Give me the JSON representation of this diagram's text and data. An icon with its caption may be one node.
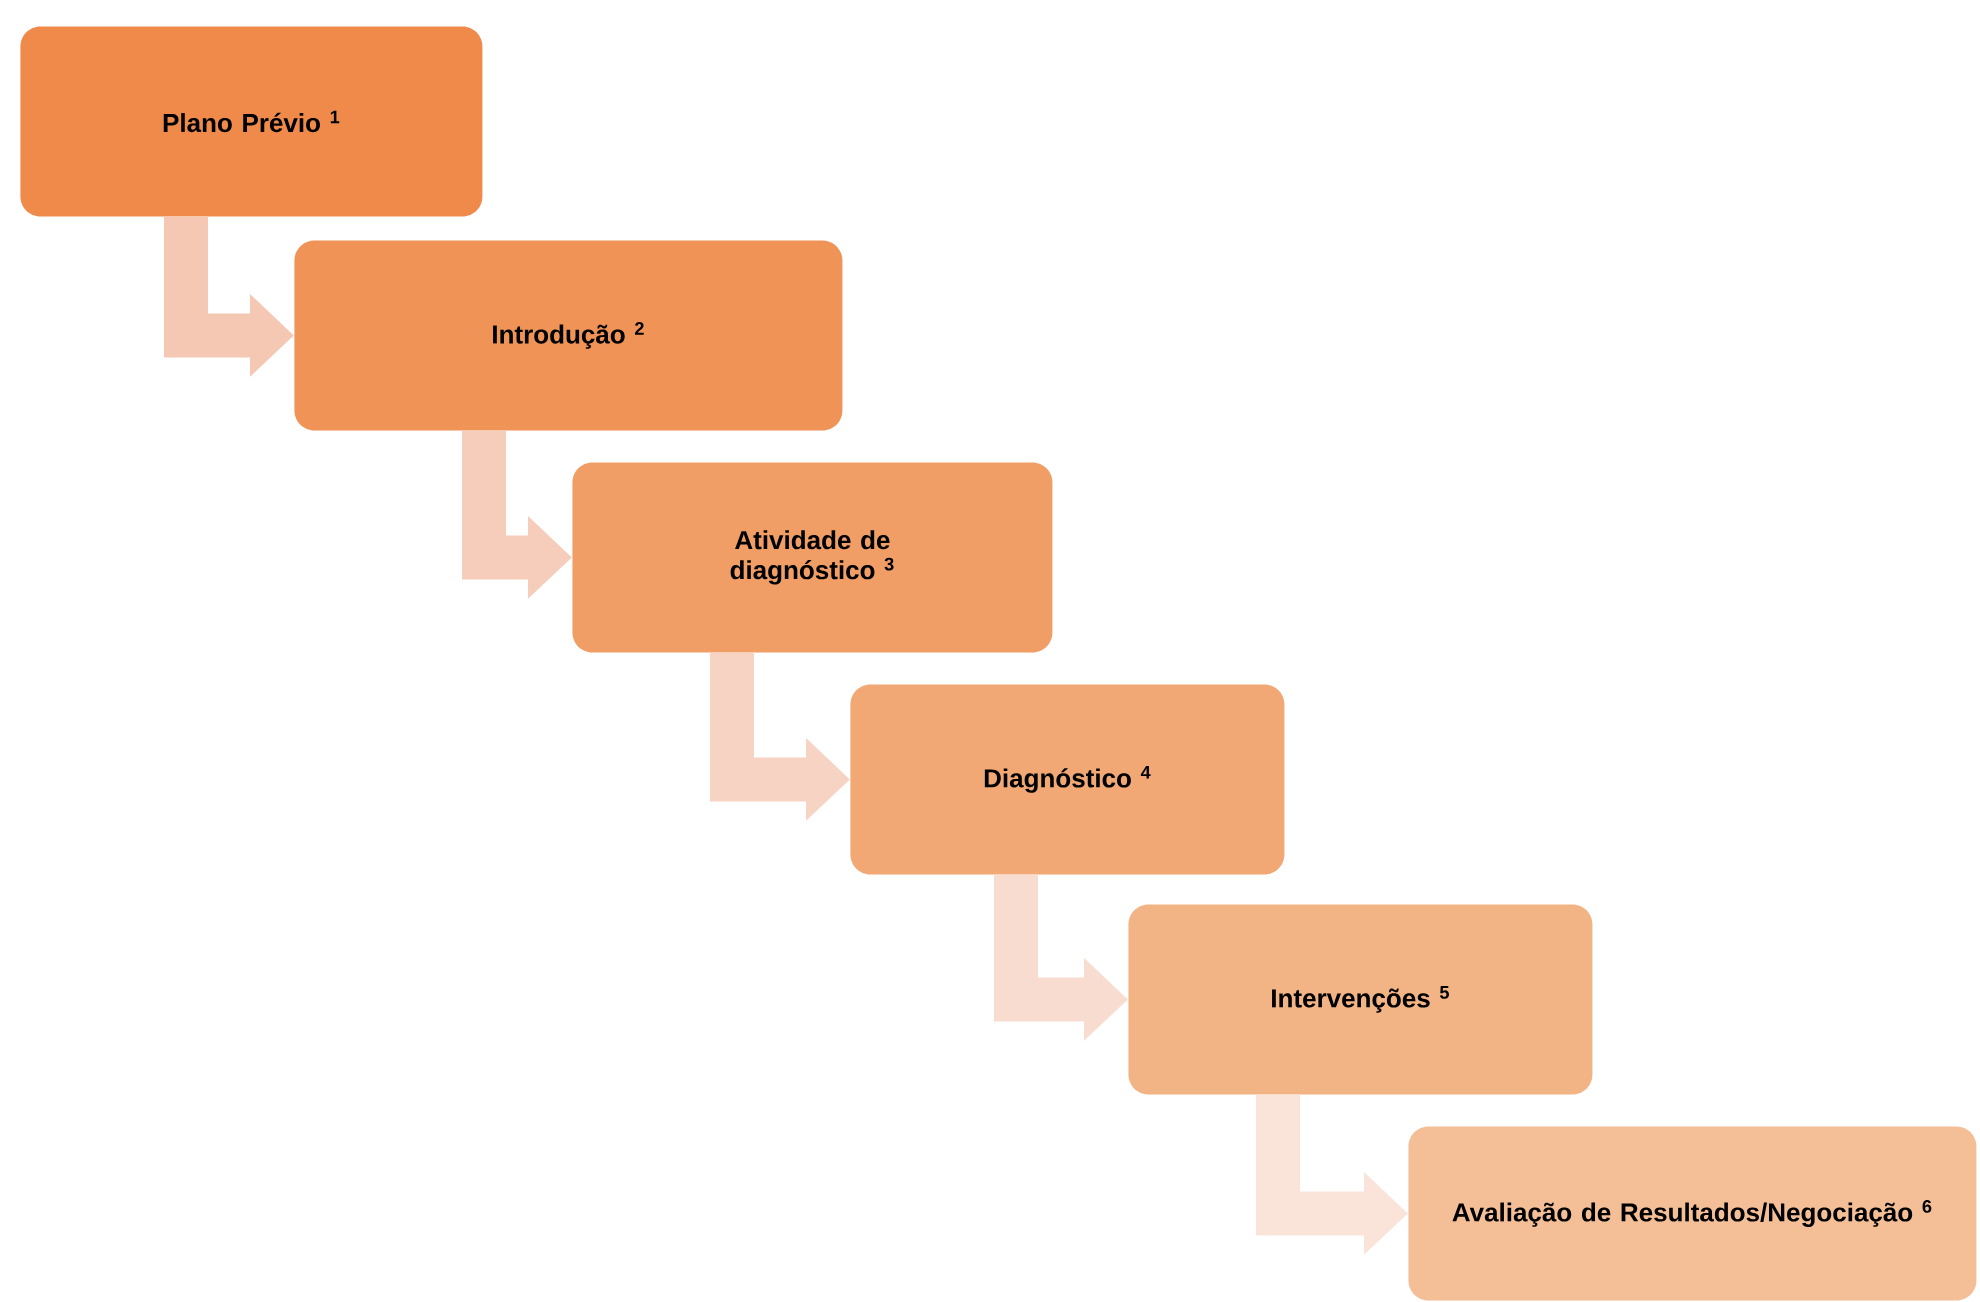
{
  "diagram": {
    "nodes": [
      {
        "text": [
          "Plano Prévio $^{1}$"
        ]
      },
      {
        "text": [
          "Introdução $^{2}$"
        ]
      },
      {
        "text": [
          "Atividade de diagnóstico $^{3}$"
        ]
      },
      {
        "text": [
          "Diagnóstico $^{4}$"
        ]
      },
      {
        "text": [
          "Intervenções $^{5}$"
        ]
      },
      {
        "text": [
          "Avaliação de Resultados/Negociação $^{6}$"
        ]
      }
    ],
    "edges": [
      {
        "from": 0,
        "to": 1,
        "arrow": "to"
      },
      {
        "from": 1,
        "to": 2,
        "arrow": "to"
      },
      {
        "from": 2,
        "to": 3,
        "arrow": "to"
      },
      {
        "from": 3,
        "to": 4,
        "arrow": "to"
      },
      {
        "from": 4,
        "to": 5,
        "arrow": "to"
      }
    ]
  }
}
